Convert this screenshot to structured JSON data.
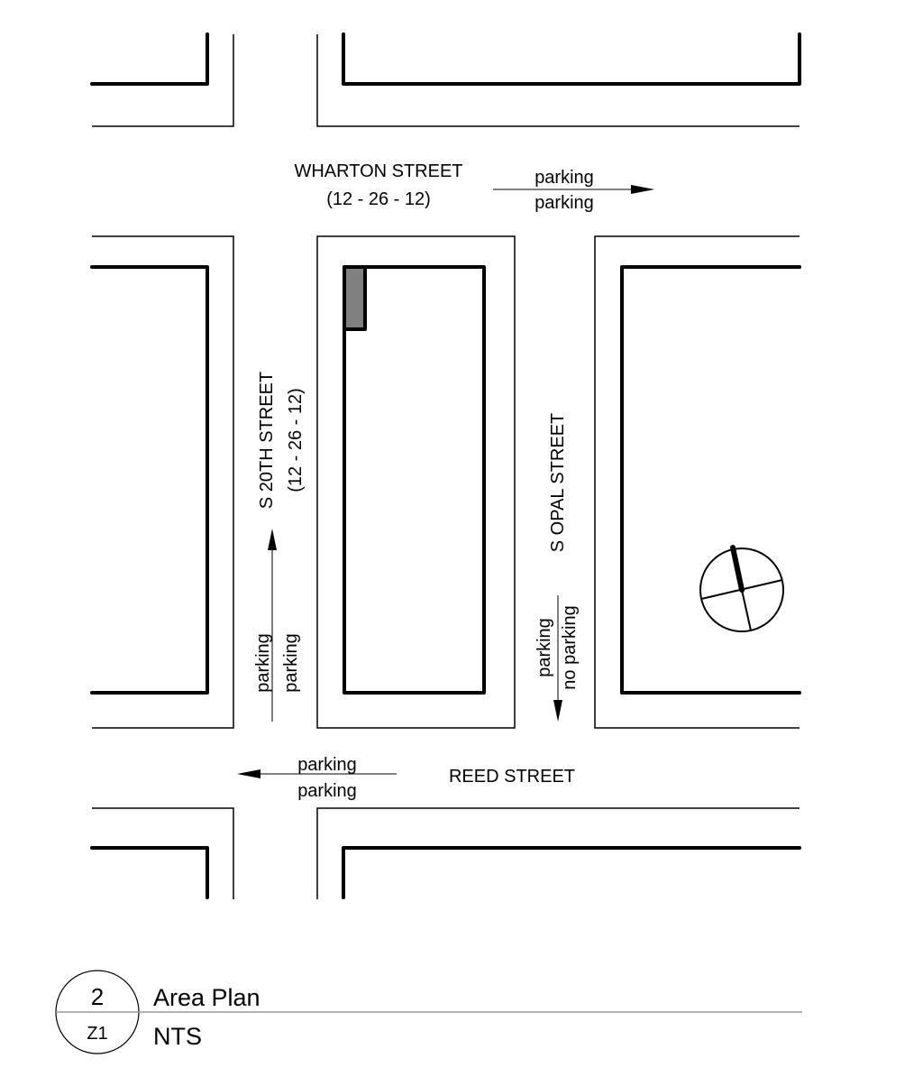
{
  "streets": {
    "wharton": {
      "name": "WHARTON STREET",
      "widths": "(12 - 26 - 12)",
      "parking_top": "parking",
      "parking_bottom": "parking"
    },
    "s20th": {
      "name": "S 20TH STREET",
      "widths": "(12 - 26 - 12)",
      "parking_left": "parking",
      "parking_right": "parking"
    },
    "opal": {
      "name": "S OPAL STREET",
      "parking_left": "parking",
      "parking_right": "no parking"
    },
    "reed": {
      "name": "REED STREET",
      "parking_top": "parking",
      "parking_bottom": "parking"
    }
  },
  "title_block": {
    "drawing_number": "2",
    "sheet": "Z1",
    "title": "Area Plan",
    "scale": "NTS"
  },
  "colors": {
    "line": "#000000",
    "site_fill": "#808080",
    "title_rule": "#999999"
  }
}
